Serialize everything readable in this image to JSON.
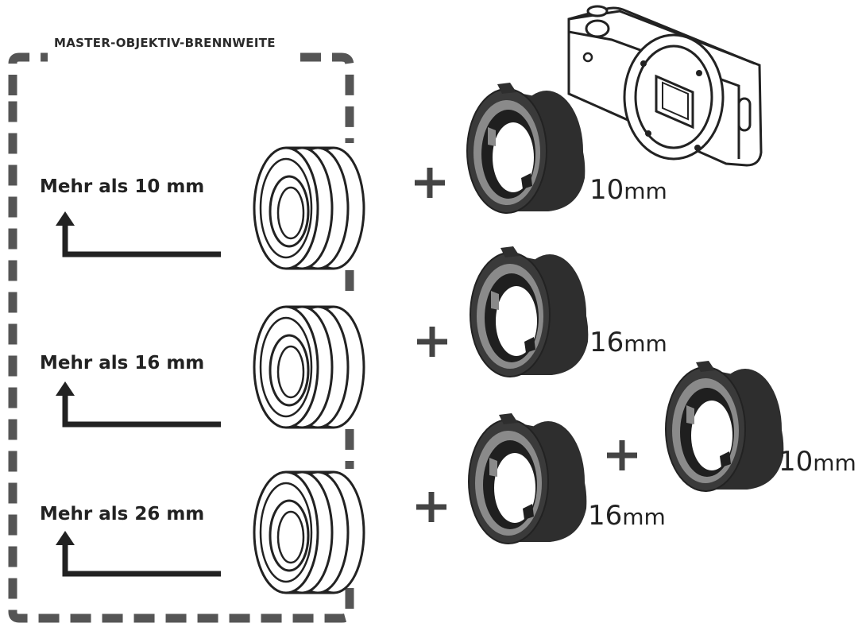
{
  "header": {
    "title": "MASTER-OBJEKTIV-BRENNWEITE"
  },
  "rows": [
    {
      "label": "Mehr als 10 mm",
      "rings": [
        {
          "value": "10",
          "unit": "mm"
        }
      ]
    },
    {
      "label": "Mehr als 16 mm",
      "rings": [
        {
          "value": "16",
          "unit": "mm"
        }
      ]
    },
    {
      "label": "Mehr als 26 mm",
      "rings": [
        {
          "value": "16",
          "unit": "mm"
        },
        {
          "value": "10",
          "unit": "mm"
        }
      ]
    }
  ],
  "icons": [
    "camera-body-icon",
    "lens-icon",
    "extension-ring-icon",
    "plus-icon",
    "arrow-up-icon"
  ],
  "colors": {
    "line": "#222222",
    "dashed_border": "#555555",
    "ring_dark": "#2e2e2e",
    "ring_gray": "#8a8a8a",
    "background": "#ffffff"
  }
}
